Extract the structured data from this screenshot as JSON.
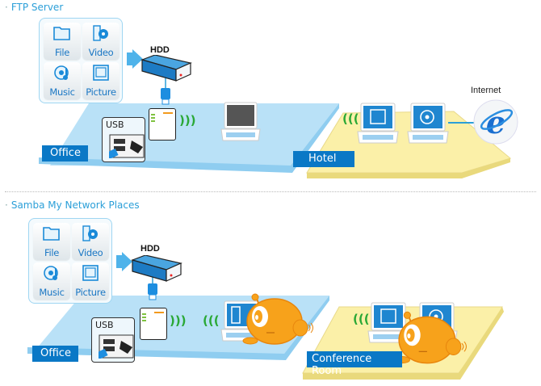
{
  "sections": [
    {
      "title": "FTP Server",
      "media": [
        "File",
        "Video",
        "Music",
        "Picture"
      ],
      "hdd_label": "HDD",
      "usb_label": "USB",
      "places": [
        "Office",
        "Hotel"
      ],
      "internet_label": "Internet"
    },
    {
      "title": "Samba My Network Places",
      "media": [
        "File",
        "Video",
        "Music",
        "Picture"
      ],
      "hdd_label": "HDD",
      "usb_label": "USB",
      "places": [
        "Office",
        "Conference Room"
      ]
    }
  ],
  "colors": {
    "title": "#2b9fd8",
    "office_floor": "#b9e1f7",
    "hotel_floor": "#fbf0a8",
    "place_label_bg": "#0a78c6",
    "wifi": "#2aa836",
    "arrow": "#4fb3ea",
    "mascot": "#f7a21b"
  }
}
